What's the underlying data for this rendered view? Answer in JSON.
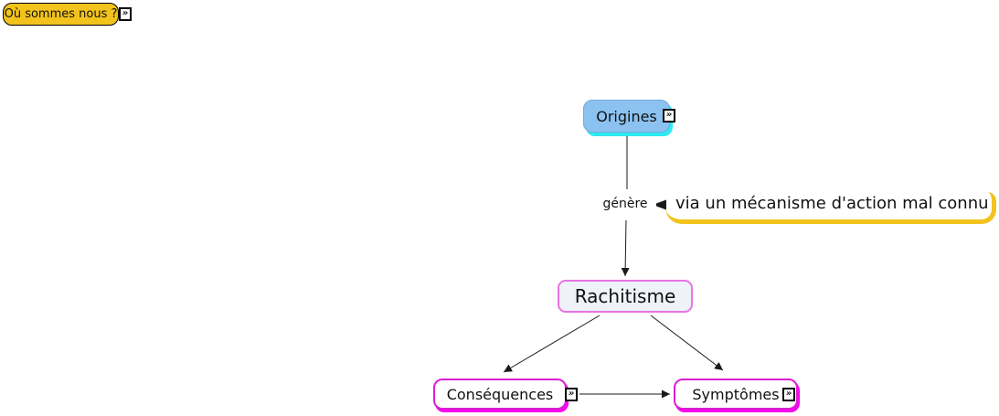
{
  "map": {
    "nodes": {
      "ou_sommes_nous": {
        "label": "Où sommes nous ?"
      },
      "origines": {
        "label": "Origines"
      },
      "rachitisme": {
        "label": "Rachitisme"
      },
      "consequences": {
        "label": "Conséquences"
      },
      "symptomes": {
        "label": "Symptômes"
      }
    },
    "links": {
      "genere": {
        "label": "génère"
      }
    },
    "annotations": {
      "mechanism": {
        "text": "via un mécanisme d'action mal connu"
      }
    },
    "icons": {
      "expand_glyph": "»"
    },
    "colors": {
      "gold": "#F2C31C",
      "node_blue_fill": "#8CC2F0",
      "cyan_shadow": "#2CE9F2",
      "magenta_border": "#DC1ED2",
      "magenta_shadow": "#FA00F0",
      "orchid_border": "#E873E3",
      "rachitisme_fill": "#EFF3F9",
      "canvas_background": "#FFFFFF",
      "line_color": "#1A1A1A"
    }
  }
}
